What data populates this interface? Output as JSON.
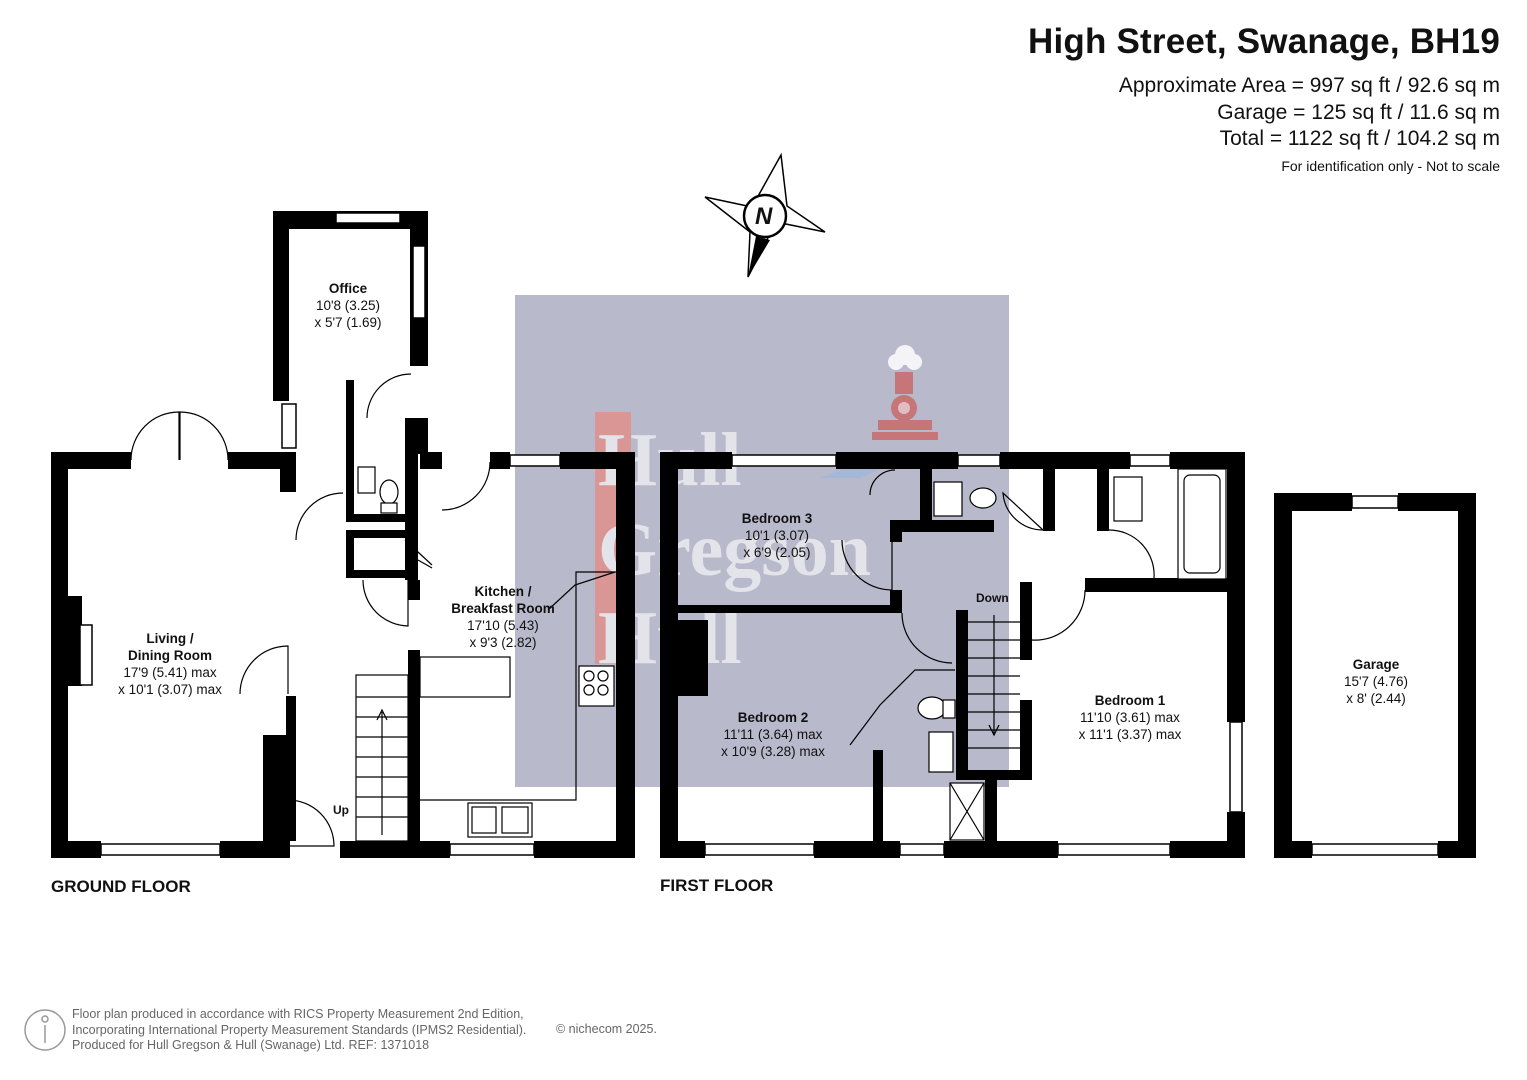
{
  "header": {
    "title": "High Street, Swanage, BH19",
    "approx_area": "Approximate Area = 997 sq ft / 92.6 sq m",
    "garage_area": "Garage = 125 sq ft / 11.6 sq m",
    "total_area": "Total = 1122 sq ft / 104.2 sq m",
    "note": "For identification only - Not to scale"
  },
  "compass": {
    "label": "N"
  },
  "watermark": {
    "lines": [
      "Hull",
      "Gregson",
      "Hull"
    ]
  },
  "floors": {
    "ground": "GROUND FLOOR",
    "first": "FIRST FLOOR"
  },
  "rooms": {
    "office": {
      "name": "Office",
      "dim1": "10'8 (3.25)",
      "dim2": "x 5'7 (1.69)"
    },
    "living": {
      "name1": "Living /",
      "name2": "Dining Room",
      "dim1": "17'9 (5.41) max",
      "dim2": "x 10'1 (3.07) max"
    },
    "kitchen": {
      "name1": "Kitchen /",
      "name2": "Breakfast Room",
      "dim1": "17'10 (5.43)",
      "dim2": "x 9'3 (2.82)"
    },
    "bedroom3": {
      "name": "Bedroom 3",
      "dim1": "10'1 (3.07)",
      "dim2": "x 6'9 (2.05)"
    },
    "bedroom2": {
      "name": "Bedroom 2",
      "dim1": "11'11 (3.64) max",
      "dim2": "x 10'9 (3.28) max"
    },
    "bedroom1": {
      "name": "Bedroom 1",
      "dim1": "11'10 (3.61) max",
      "dim2": "x 11'1 (3.37) max"
    },
    "garage": {
      "name": "Garage",
      "dim1": "15'7 (4.76)",
      "dim2": "x 8' (2.44)"
    }
  },
  "stairs": {
    "up": "Up",
    "down": "Down"
  },
  "footer": {
    "line1": "Floor plan produced in accordance with RICS Property Measurement 2nd Edition,",
    "line2": "Incorporating International Property Measurement Standards (IPMS2 Residential).",
    "line3": "Produced for Hull Gregson & Hull (Swanage) Ltd.   REF:  1371018",
    "copyright": "© nichecom 2025."
  },
  "colors": {
    "wall": "#000000",
    "watermark_box": "#b9b9cc",
    "watermark_text": "#e7877f",
    "logo": "#c96a6a"
  }
}
